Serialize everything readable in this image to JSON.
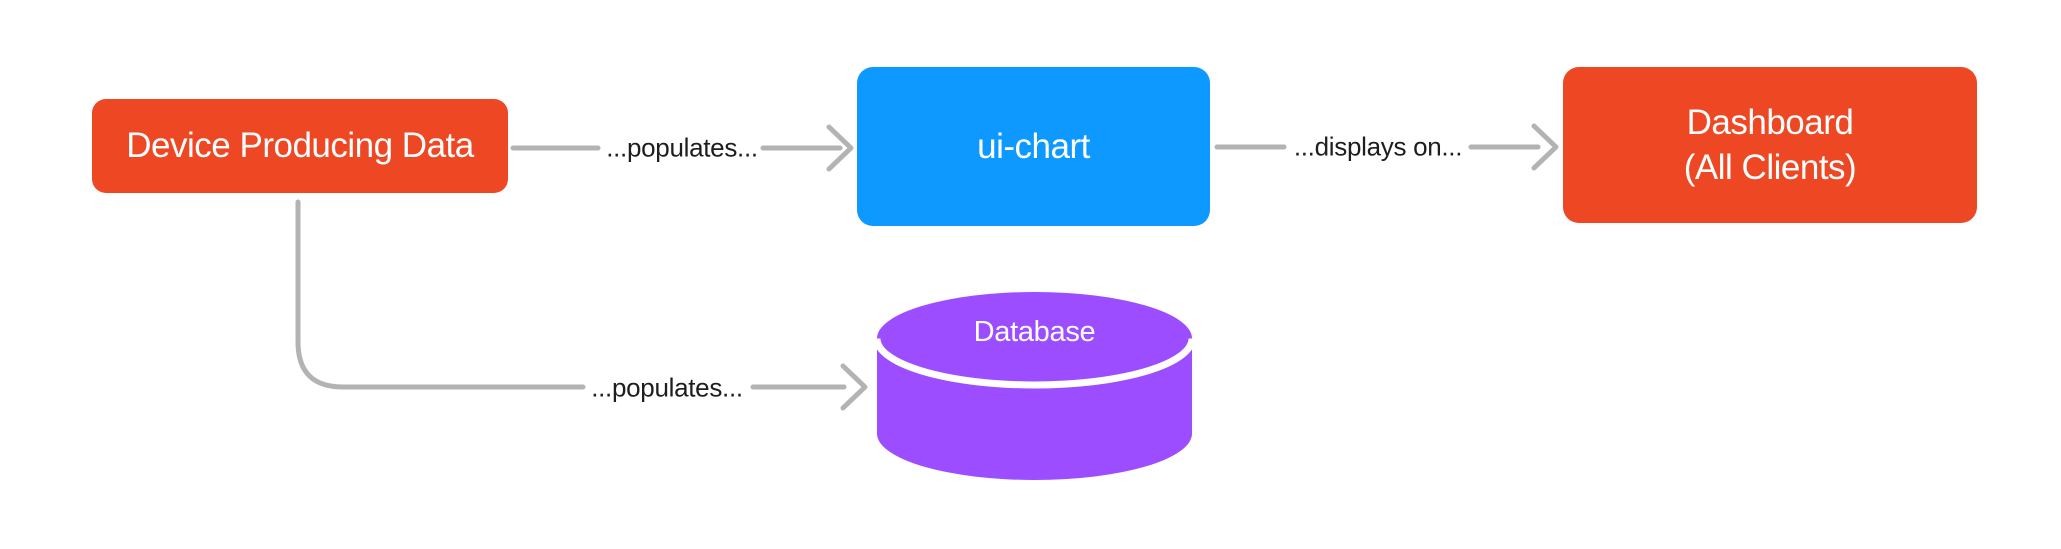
{
  "diagram": {
    "nodes": {
      "device": {
        "label": "Device Producing Data"
      },
      "ui_chart": {
        "label": "ui-chart"
      },
      "dashboard": {
        "label_line1": "Dashboard",
        "label_line2": "(All Clients)"
      },
      "database": {
        "label": "Database"
      }
    },
    "connectors": {
      "device_to_ui_chart": {
        "label": "...populates..."
      },
      "ui_chart_to_dashboard": {
        "label": "...displays on..."
      },
      "device_to_database": {
        "label": "...populates..."
      }
    },
    "colors": {
      "node_orange": "#EE4723",
      "node_blue": "#0D99FF",
      "node_purple": "#9B4DFF",
      "connector_gray": "#B3B3B3",
      "divider_white": "#FFFFFF",
      "node_text": "#FFFFFF",
      "label_text": "#1E1E1E",
      "background": "#FFFFFF"
    }
  }
}
